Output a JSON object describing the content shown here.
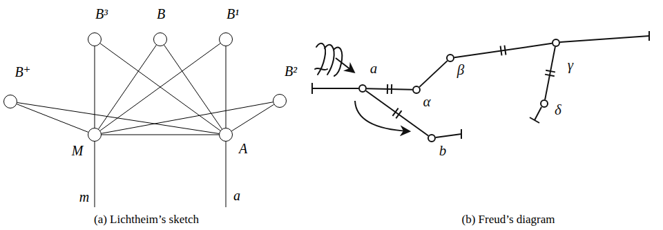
{
  "diagram": {
    "nodes": [
      {
        "text": [
          "B⁺"
        ]
      },
      {
        "text": [
          "B³"
        ]
      },
      {
        "text": [
          "B"
        ]
      },
      {
        "text": [
          "B¹"
        ]
      },
      {
        "text": [
          "B²"
        ]
      },
      {
        "text": [
          "M"
        ]
      },
      {
        "text": [
          "A"
        ]
      },
      {
        "text": [
          "a"
        ]
      },
      {
        "text": [
          "α"
        ]
      },
      {
        "text": [
          "β"
        ]
      },
      {
        "text": [
          "γ"
        ]
      },
      {
        "text": [
          "δ"
        ]
      },
      {
        "text": [
          "b"
        ]
      }
    ],
    "edges": [
      {
        "from": 0,
        "to": 5,
        "arrow": "none"
      },
      {
        "from": 0,
        "to": 6,
        "arrow": "none"
      },
      {
        "from": 1,
        "to": 5,
        "arrow": "none"
      },
      {
        "from": 1,
        "to": 6,
        "arrow": "none"
      },
      {
        "from": 2,
        "to": 5,
        "arrow": "none"
      },
      {
        "from": 2,
        "to": 6,
        "arrow": "none"
      },
      {
        "from": 3,
        "to": 5,
        "arrow": "none"
      },
      {
        "from": 3,
        "to": 6,
        "arrow": "none"
      },
      {
        "from": 4,
        "to": 5,
        "arrow": "none"
      },
      {
        "from": 4,
        "to": 6,
        "arrow": "none"
      },
      {
        "from": 5,
        "to": 6,
        "arrow": "none"
      },
      {
        "from": 7,
        "to": 8,
        "arrow": "none"
      },
      {
        "from": 8,
        "to": 9,
        "arrow": "none"
      },
      {
        "from": 9,
        "to": 10,
        "arrow": "none"
      },
      {
        "from": 10,
        "to": 11,
        "arrow": "none"
      },
      {
        "from": 7,
        "to": 12,
        "arrow": "none"
      }
    ],
    "labels": [
      "m",
      "a",
      "(a) Lichtheim’s sketch",
      "(b) Freud’s diagram"
    ]
  }
}
